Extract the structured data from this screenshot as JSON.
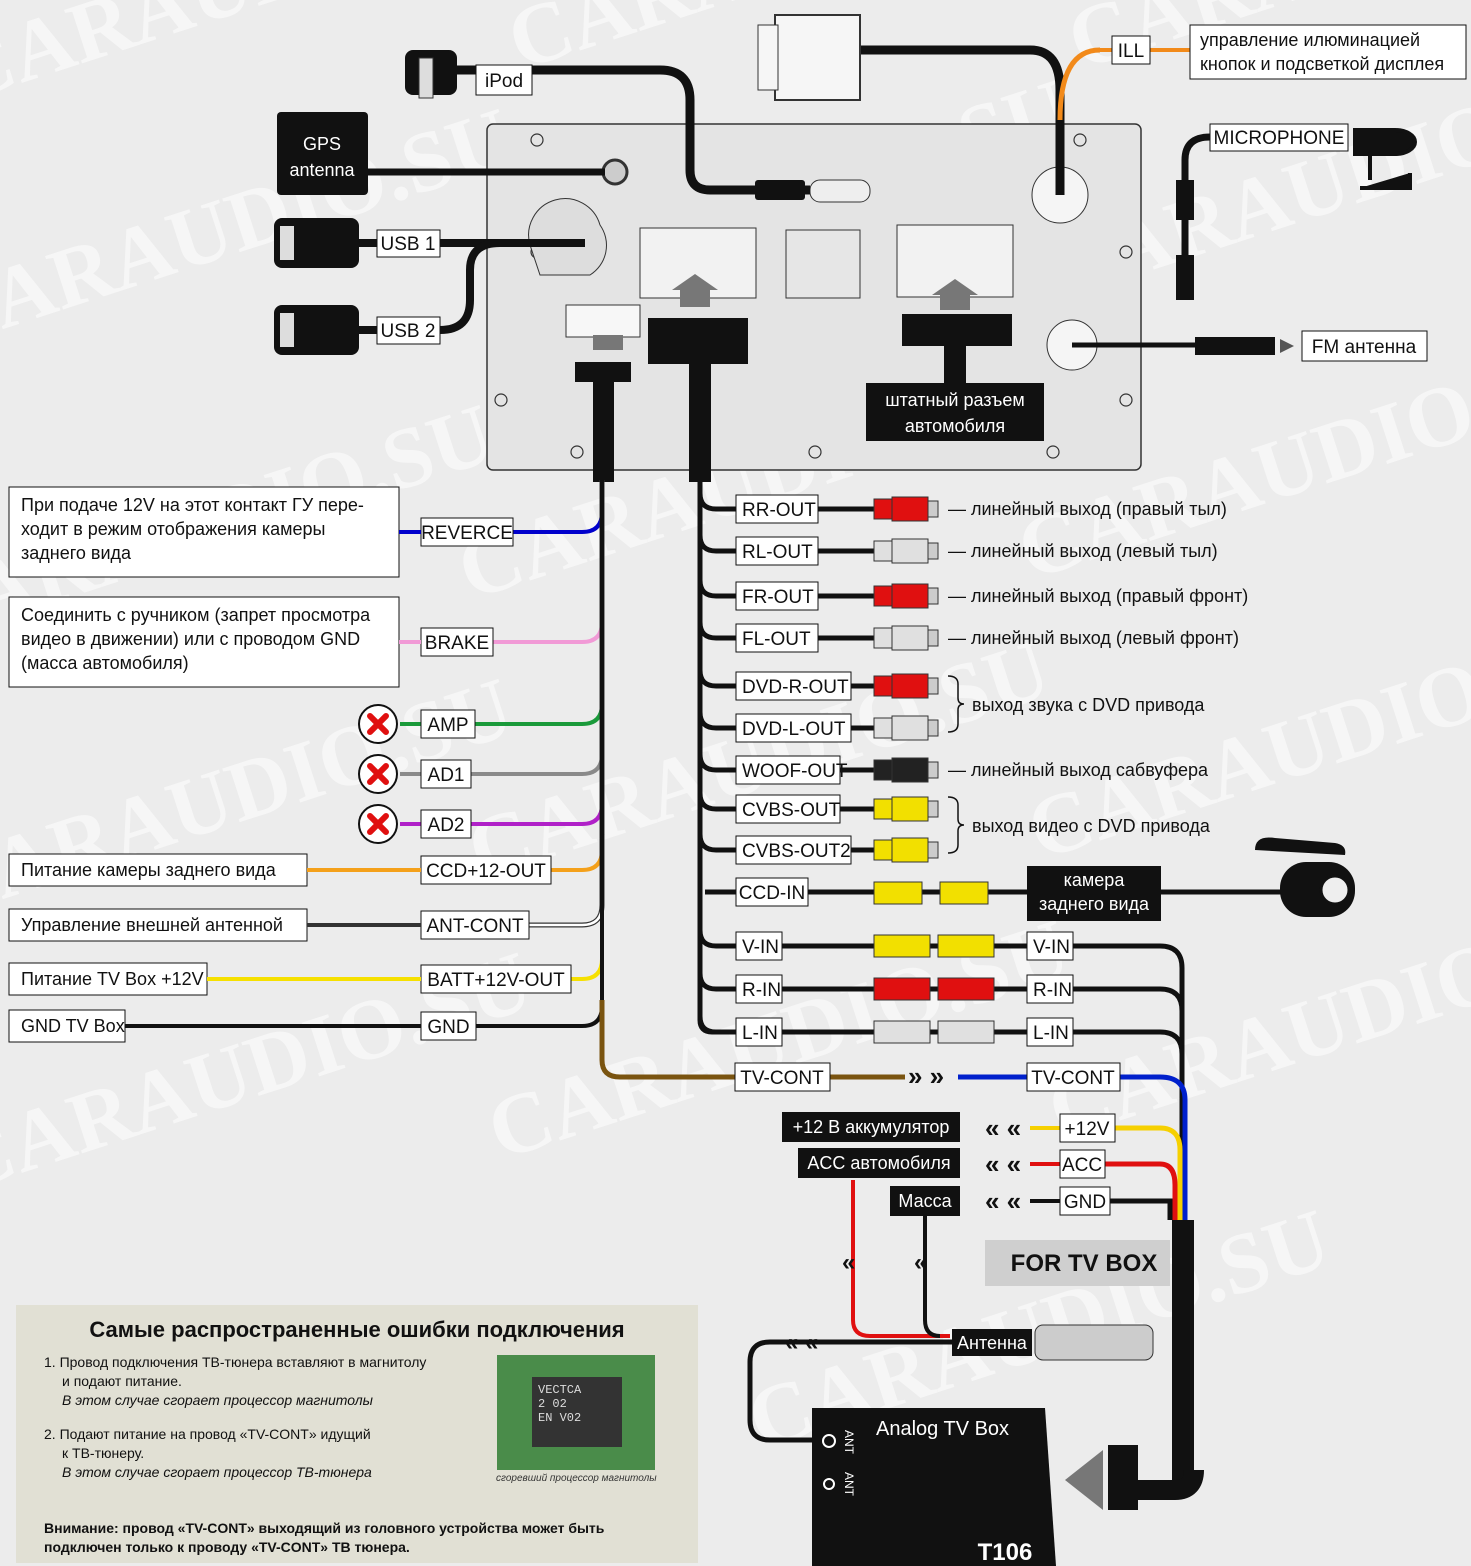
{
  "top": {
    "ipod": "iPod",
    "gps": [
      "GPS",
      "antenna"
    ],
    "usb1": "USB 1",
    "usb2": "USB 2",
    "ill": "ILL",
    "ill_desc": [
      "управление илюминацией",
      "кнопок и подсветкой дисплея"
    ],
    "microphone": "MICROPHONE",
    "fm": "FM антенна",
    "car_connector": [
      "штатный разъем",
      "автомобиля"
    ]
  },
  "left_wires": [
    {
      "label": "REVERCE",
      "color": "#0000cc",
      "desc": [
        "При подаче 12V на этот контакт ГУ пере-",
        "ходит в режим отображения камеры",
        "заднего вида"
      ]
    },
    {
      "label": "BRAKE",
      "color": "#f19ad6",
      "desc": [
        "Соединить с ручником (запрет просмотра",
        "видео в движении) или с проводом GND",
        "(масса автомобиля)"
      ]
    },
    {
      "label": "AMP",
      "color": "#1a9a3a",
      "disabled": true
    },
    {
      "label": "AD1",
      "color": "#8a8a8a",
      "disabled": true
    },
    {
      "label": "AD2",
      "color": "#b020c8",
      "disabled": true
    },
    {
      "label": "CCD+12-OUT",
      "color": "#f4a01a",
      "desc": [
        "Питание камеры заднего вида"
      ]
    },
    {
      "label": "ANT-CONT",
      "color": "#ffffff",
      "desc": [
        "Управление внешней антенной"
      ]
    },
    {
      "label": "BATT+12V-OUT",
      "color": "#f6e000",
      "desc": [
        "Питание TV Box +12V"
      ]
    },
    {
      "label": "GND",
      "color": "#111111",
      "desc": [
        "GND TV Box"
      ]
    }
  ],
  "outputs": [
    {
      "label": "RR-OUT",
      "color": "#e01010",
      "desc": "— линейный выход (правый тыл)"
    },
    {
      "label": "RL-OUT",
      "color": "#e0e0e0",
      "desc": "— линейный выход (левый тыл)"
    },
    {
      "label": "FR-OUT",
      "color": "#e01010",
      "desc": "— линейный выход (правый фронт)"
    },
    {
      "label": "FL-OUT",
      "color": "#e0e0e0",
      "desc": "— линейный выход (левый фронт)"
    },
    {
      "label": "DVD-R-OUT",
      "color": "#e01010",
      "desc": ""
    },
    {
      "label": "DVD-L-OUT",
      "color": "#e0e0e0",
      "desc": ""
    },
    {
      "label": "WOOF-OUT",
      "color": "#222222",
      "desc": "— линейный выход сабвуфера"
    },
    {
      "label": "CVBS-OUT",
      "color": "#f2e000",
      "desc": ""
    },
    {
      "label": "CVBS-OUT2",
      "color": "#f2e000",
      "desc": ""
    }
  ],
  "dvd_audio": "выход звука с DVD привода",
  "dvd_video": "выход видео с DVD привода",
  "ccd_in": "CCD-IN",
  "camera": [
    "камера",
    "заднего вида"
  ],
  "inputs": [
    {
      "label": "V-IN",
      "color": "#f2e000"
    },
    {
      "label": "R-IN",
      "color": "#e01010"
    },
    {
      "label": "L-IN",
      "color": "#e0e0e0"
    }
  ],
  "tv_cont": "TV-CONT",
  "power": {
    "batt": "+12 В аккумулятор",
    "acc": "ACC автомобиля",
    "mass": "Масса",
    "p12": "+12V",
    "pacc": "ACC",
    "pgnd": "GND"
  },
  "for_tv_box": "FOR TV BOX",
  "antenna": "Антенна",
  "tvbox": {
    "name": "Analog TV Box",
    "model": "T106",
    "ant": "ANT"
  },
  "notes": {
    "title": "Самые распространенные ошибки подключения",
    "item1": [
      "1. Провод подключения ТВ-тюнера вставляют в магнитолу",
      "и подают питание."
    ],
    "item1_result": "В этом случае сгорает процессор магнитолы",
    "item2": [
      "2. Подают питание на провод «TV-CONT» идущий",
      "к ТВ-тюнеру."
    ],
    "item2_result": "В этом случае сгорает процессор ТВ-тюнера",
    "chip_caption": "сгоревший процессор магнитолы",
    "chip_text": [
      "VECTCA",
      "2 02",
      "EN V02"
    ],
    "warning": [
      "Внимание: провод «TV-CONT» выходящий из головного устройства может быть",
      "подключен только к проводу «TV-CONT» ТВ тюнера."
    ]
  },
  "watermark": "CARAUDIO.SU"
}
